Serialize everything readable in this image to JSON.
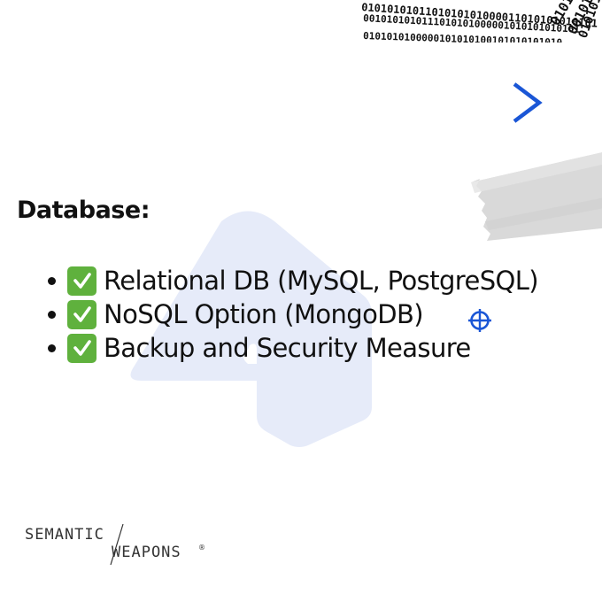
{
  "slide": {
    "heading": "Database:",
    "items": [
      {
        "label": "Relational DB (MySQL, PostgreSQL)",
        "icon": "check-mark-button-icon"
      },
      {
        "label": "NoSQL Option (MongoDB)",
        "icon": "check-mark-button-icon"
      },
      {
        "label": "Backup and Security Measure",
        "icon": "check-mark-button-icon"
      }
    ]
  },
  "decor": {
    "binary_lines": [
      "0101010101101010101000011010101010101",
      "0010101010111010101000001010101010101",
      "0101010100000101010100101010101010"
    ],
    "accent_color": "#1a56d6",
    "watermark_color": "#e6ebf9",
    "check_color": "#5fb13d"
  },
  "navigation": {
    "next_icon": "chevron-right-icon"
  },
  "brand": {
    "line1": "SEMANTIC",
    "line2": "WEAPONS",
    "mark": "®"
  }
}
